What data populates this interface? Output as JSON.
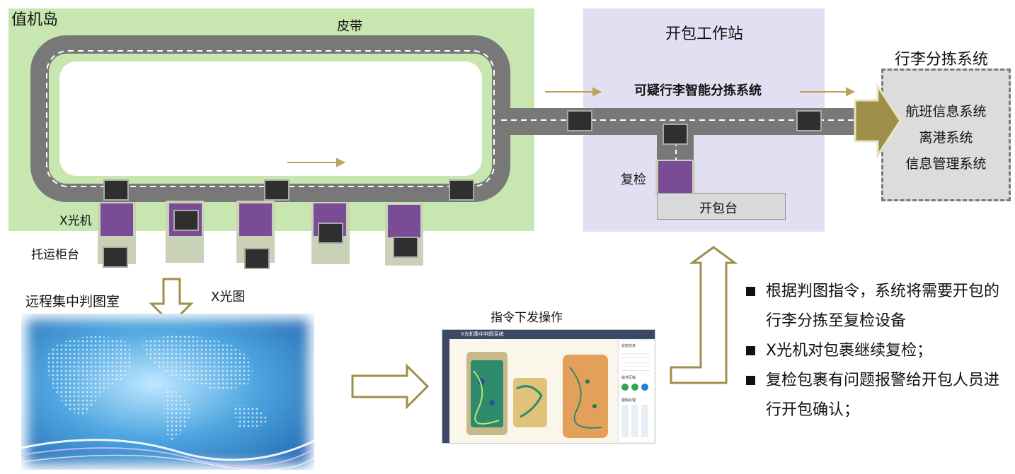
{
  "labels": {
    "island": "值机岛",
    "belt": "皮带",
    "xray_machine": "X光机",
    "checkin_counter": "托运柜台",
    "remote_room": "远程集中判图室",
    "xray_image": "X光图",
    "command_dispatch": "指令下发操作",
    "unpack_station": "开包工作站",
    "smart_sorting": "可疑行李智能分拣系统",
    "recheck": "复检",
    "unpack_table": "开包台",
    "baggage_sorting": "行李分拣系统"
  },
  "systems": [
    "航班信息系统",
    "离港系统",
    "信息管理系统"
  ],
  "bullets": [
    "根据判图指令，系统将需要开包的行李分拣至复检设备",
    "X光机对包裹继续复检；",
    "复检包裹有问题报警给开包人员进行开包确认；"
  ],
  "screenshot": {
    "title": "X光机集中判图系统",
    "panel_header_1": "状态信息",
    "panel_header_2": "操作区域",
    "panel_header_3": "图像处理"
  },
  "colors": {
    "island_bg": "#c8e6b0",
    "station_bg": "#e3dff2",
    "belt": "#787878",
    "xray_purple": "#7b4c96",
    "arrow_olive": "#9e8f4a",
    "systems_bg": "#dcdcdc"
  }
}
